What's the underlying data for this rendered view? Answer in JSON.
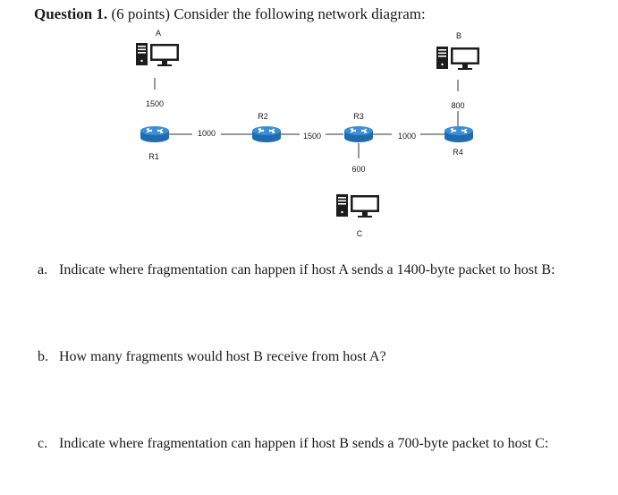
{
  "question": {
    "number_label": "Question 1.",
    "text": "(6 points) Consider the following network diagram:"
  },
  "diagram": {
    "hosts": [
      {
        "id": "A",
        "label": "A",
        "link_mtu": "1500"
      },
      {
        "id": "B",
        "label": "B",
        "link_mtu": "800"
      },
      {
        "id": "C",
        "label": "C",
        "link_mtu": "600"
      }
    ],
    "routers": [
      {
        "id": "R1",
        "label": "R1"
      },
      {
        "id": "R2",
        "label": "R2"
      },
      {
        "id": "R3",
        "label": "R3"
      },
      {
        "id": "R4",
        "label": "R4"
      }
    ],
    "links": [
      {
        "from": "R1",
        "to": "R2",
        "mtu": "1000"
      },
      {
        "from": "R2",
        "to": "R3",
        "mtu": "1500"
      },
      {
        "from": "R3",
        "to": "R4",
        "mtu": "1000"
      }
    ],
    "router_color": "#2a7fc6"
  },
  "parts": [
    {
      "label": "a.",
      "text": "Indicate where fragmentation can happen if host A sends a 1400-byte packet to host B:"
    },
    {
      "label": "b.",
      "text": "How many fragments would host B receive from host A?"
    },
    {
      "label": "c.",
      "text": "Indicate where fragmentation can happen if host B sends a 700-byte packet to host C:"
    }
  ]
}
